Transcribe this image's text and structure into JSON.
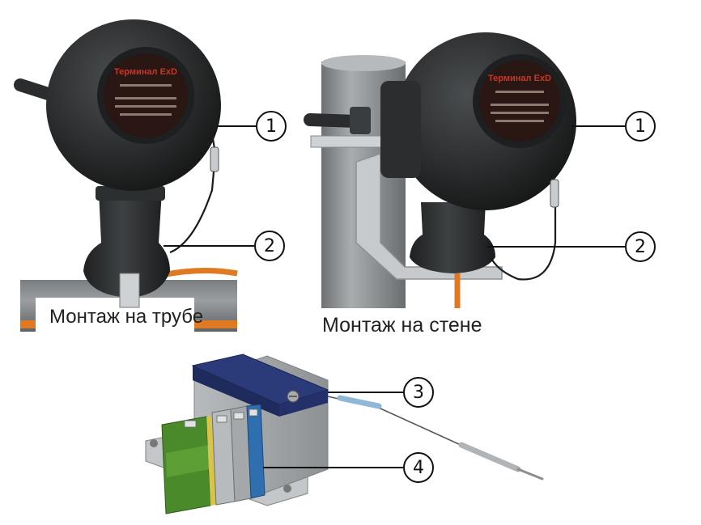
{
  "captions": {
    "pipe_mount": "Монтаж на трубе",
    "wall_mount": "Монтаж на стене"
  },
  "callouts": {
    "one": "1",
    "two": "2",
    "three": "3",
    "four": "4"
  },
  "label_plate": {
    "brand": "Терминал ExD"
  },
  "colors": {
    "housing": "#2b2d2e",
    "label_red": "#c0392b",
    "pipe_gray": "#8e9294",
    "heating_cable": "#e07a22",
    "terminal_green": "#4a8a2a",
    "terminal_blue": "#2f6fb0",
    "cover_navy": "#2b3a78"
  }
}
